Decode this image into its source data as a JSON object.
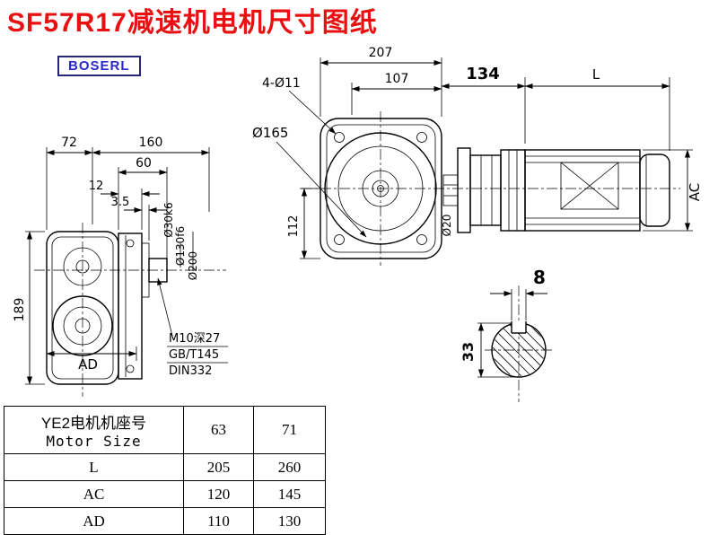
{
  "title": "SF57R17减速机电机尺寸图纸",
  "logo": "BOSERL",
  "colors": {
    "title": "#e81010",
    "logo_text": "#2a2ac8",
    "logo_border": "#26267a",
    "line": "#000000"
  },
  "drawing": {
    "front_view": {
      "width_207": "207",
      "bolt_holes": "4-Ø11",
      "offset_107": "107",
      "flange_134": "134",
      "motor_length": "L",
      "flange_dia": "Ø165",
      "height_112": "112",
      "shaft_dia_20": "Ø20",
      "motor_dia_ac": "AC"
    },
    "side_view": {
      "depth_72": "72",
      "depth_160": "160",
      "depth_60": "60",
      "flange_thk_12": "12",
      "step_3_5": "3.5",
      "shaft_dia": "Ø30k6",
      "spigot_dia": "Ø130f6",
      "flange_od": "Ø200",
      "height_189": "189",
      "width_ad": "AD",
      "note_tap": "M10深27",
      "note_gb": "GB/T145",
      "note_din": "DIN332"
    },
    "shaft_section": {
      "key_width_8": "8",
      "shaft_dia_33": "33"
    }
  },
  "table": {
    "header": {
      "line1": "YE2电机机座号",
      "line2": "Motor Size",
      "values": [
        "63",
        "71"
      ]
    },
    "rows": [
      {
        "label": "L",
        "values": [
          "205",
          "260"
        ]
      },
      {
        "label": "AC",
        "values": [
          "120",
          "145"
        ]
      },
      {
        "label": "AD",
        "values": [
          "110",
          "130"
        ]
      }
    ]
  }
}
